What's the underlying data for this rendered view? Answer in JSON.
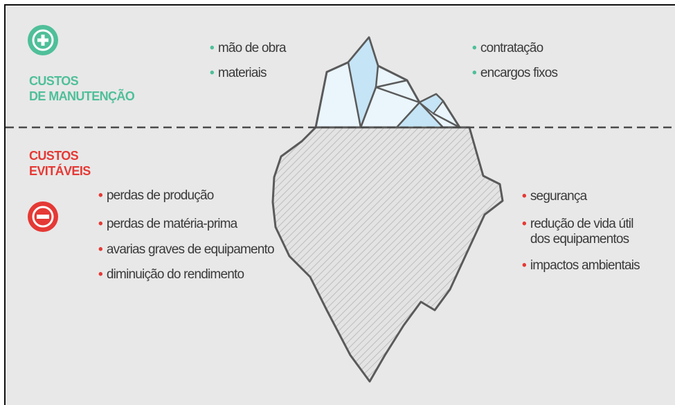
{
  "colors": {
    "maintenance": "#4fbf9a",
    "avoidable": "#e53935",
    "background": "#e8e8e8",
    "ice_tip": "#eaf5fc",
    "ice_facet": "#c5e4f5",
    "outline": "#5a5a5a"
  },
  "maintenance": {
    "icon": "plus-circle-icon",
    "title_line1": "CUSTOS",
    "title_line2": "DE MANUTENÇÃO",
    "items_left": [
      "mão de obra",
      "materiais"
    ],
    "items_right": [
      "contratação",
      "encargos fixos"
    ]
  },
  "avoidable": {
    "icon": "minus-circle-icon",
    "title_line1": "CUSTOS",
    "title_line2": "EVITÁVEIS",
    "items_left": [
      "perdas de produção",
      "perdas de matéria-prima",
      "avarias graves de equipamento",
      "diminuição do rendimento"
    ],
    "items_right": [
      "segurança",
      "redução de vida útil dos equipamentos",
      "impactos ambientais"
    ]
  },
  "bullet_char": "•"
}
